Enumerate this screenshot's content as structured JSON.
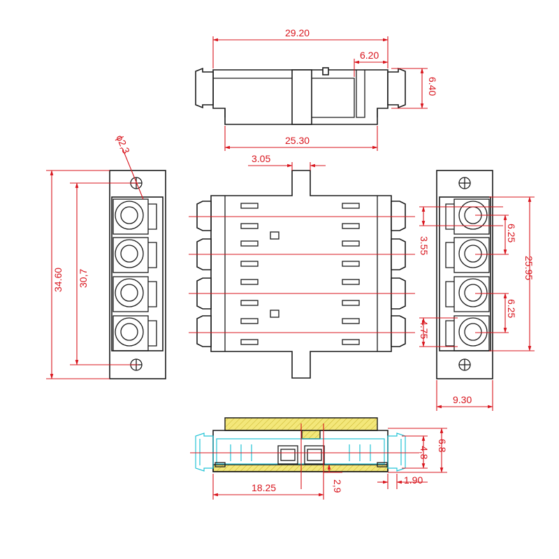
{
  "colors": {
    "outline": "#1a1a1a",
    "dimension": "#d8141c",
    "section_fill": "#f3e77a",
    "cyan_outline": "#22c3d6"
  },
  "top_view": {
    "overall_length": "29.20",
    "latch_width": "6.20",
    "end_height": "6.40",
    "body_length": "25.30"
  },
  "left_view": {
    "hole_diameter": "ϕ2,3",
    "total_height": "34.60",
    "hole_spacing": "30,7"
  },
  "front_view": {
    "flange_width": "3.05"
  },
  "right_view": {
    "port_pitch_top": "6.25",
    "offset": "3.55",
    "overall_height": "25.95",
    "port_pitch_bottom": "6.25",
    "bottom_offset": "4.75",
    "depth": "9.30"
  },
  "bottom_view": {
    "height_outer": "6.8",
    "height_inner": "4,8",
    "half_length": "18.25",
    "thickness": "2,9",
    "lip": "1.90"
  }
}
